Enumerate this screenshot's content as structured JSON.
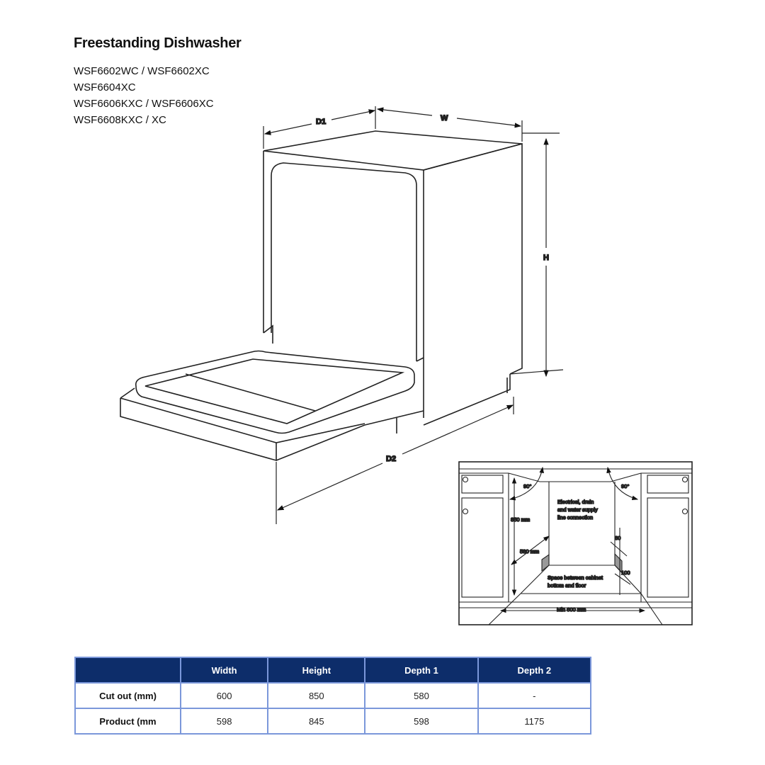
{
  "title": "Freestanding Dishwasher",
  "models": [
    "WSF6602WC / WSF6602XC",
    "WSF6604XC",
    "WSF6606KXC / WSF6606XC",
    "WSF6608KXC / XC"
  ],
  "diagram": {
    "labels": {
      "d1": "D1",
      "w": "W",
      "h": "H",
      "d2": "D2"
    }
  },
  "installation": {
    "angle_left": "90°",
    "angle_right": "90°",
    "height": "850 mm",
    "depth": "580 mm",
    "connection_note": [
      "Electrical, drain",
      "and water supply",
      "line connection"
    ],
    "dim_80": "80",
    "dim_100": "100",
    "space_note": [
      "Space between cabinet",
      "bottom and floor"
    ],
    "min_width": "Min 600 mm"
  },
  "table": {
    "header_color": "#0d2d6a",
    "columns": [
      "",
      "Width",
      "Height",
      "Depth 1",
      "Depth 2"
    ],
    "rows": [
      {
        "label": "Cut out (mm)",
        "values": [
          "600",
          "850",
          "580",
          "-"
        ]
      },
      {
        "label": "Product (mm",
        "values": [
          "598",
          "845",
          "598",
          "1175"
        ]
      }
    ]
  }
}
